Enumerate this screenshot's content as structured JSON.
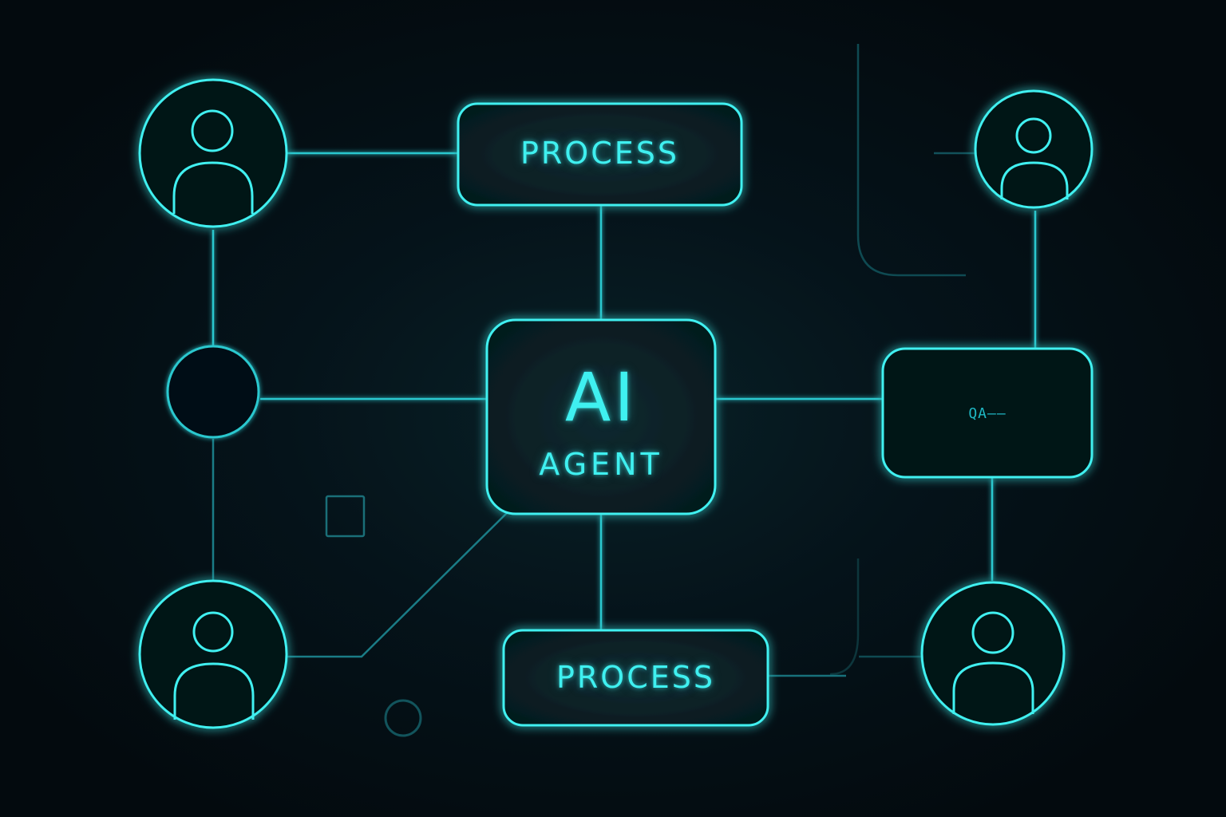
{
  "colors": {
    "background": "#03090c",
    "neon": "#3ff0f0",
    "dim_line": "#1a6f78",
    "faint_line": "#0f3e44",
    "node_fill": "#081e24"
  },
  "nodes": {
    "center": {
      "title": "AI",
      "subtitle": "AGENT"
    },
    "process_top": {
      "label": "PROCESS"
    },
    "process_bottom": {
      "label": "PROCESS"
    },
    "right_box": {
      "label": "QA——"
    },
    "hub_circle": {
      "label": ""
    },
    "user_top_left": {
      "icon": "user-icon"
    },
    "user_bottom_left": {
      "icon": "user-icon"
    },
    "user_top_right": {
      "icon": "user-icon"
    },
    "user_bottom_right": {
      "icon": "user-icon"
    }
  },
  "decorations": {
    "small_square": "square-outline-icon",
    "small_circle": "circle-outline-icon"
  }
}
